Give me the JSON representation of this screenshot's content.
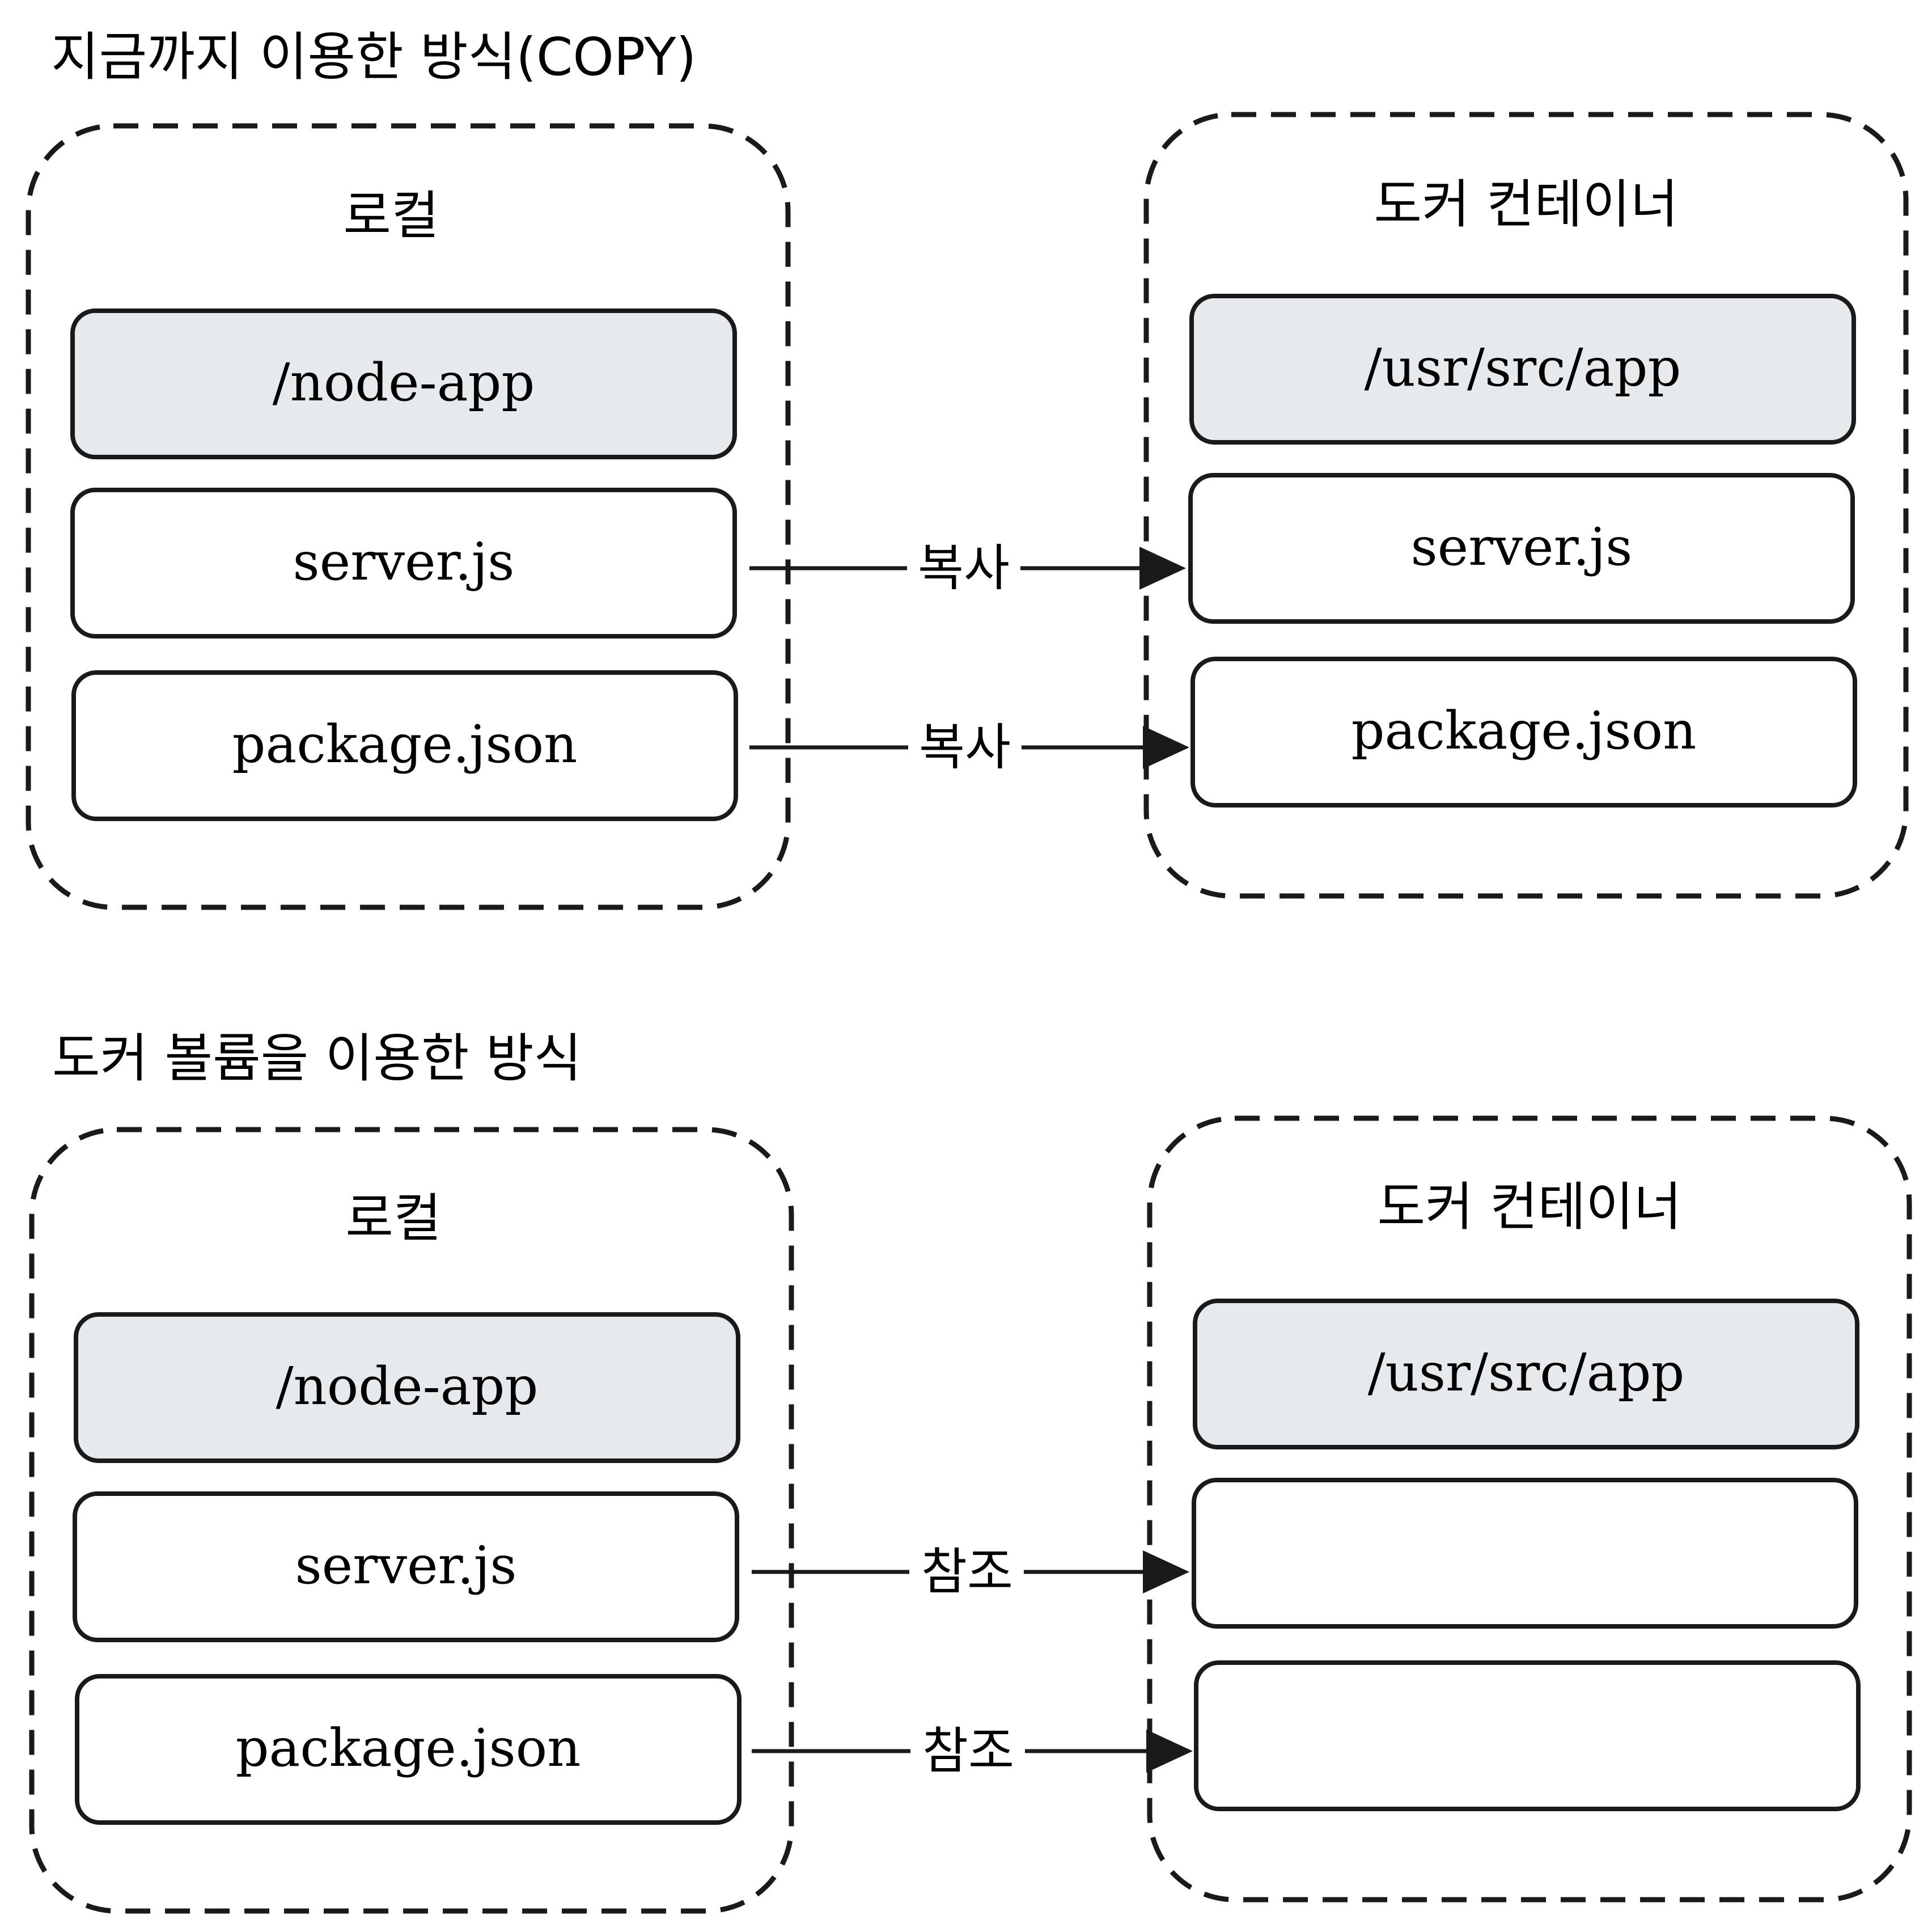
{
  "sections": [
    {
      "title": "지금까지 이용한 방식(COPY)",
      "local": {
        "title": "로컬",
        "items": [
          "/node-app",
          "server.js",
          "package.json"
        ]
      },
      "container": {
        "title": "도커 컨테이너",
        "items": [
          "/usr/src/app",
          "server.js",
          "package.json"
        ]
      },
      "arrows": [
        "복사",
        "복사"
      ]
    },
    {
      "title": "도커 볼륨을 이용한 방식",
      "local": {
        "title": "로컬",
        "items": [
          "/node-app",
          "server.js",
          "package.json"
        ]
      },
      "container": {
        "title": "도커 컨테이너",
        "items": [
          "/usr/src/app",
          "",
          ""
        ]
      },
      "arrows": [
        "참조",
        "참조"
      ]
    }
  ],
  "colors": {
    "header_fill": "#e7eaed",
    "line": "#1a1a1a"
  }
}
